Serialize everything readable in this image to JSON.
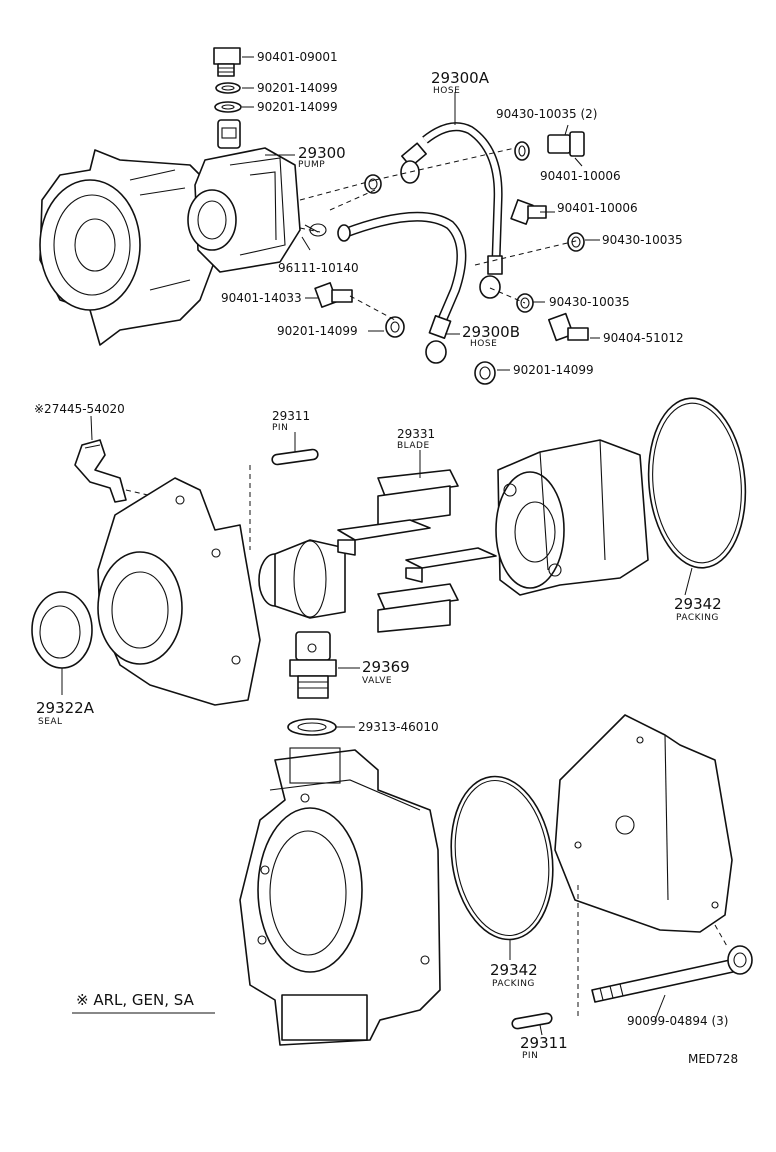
{
  "labels": {
    "p90401_09001": "90401-09001",
    "p90201_14099_a": "90201-14099",
    "p90201_14099_b": "90201-14099",
    "p29300": "29300",
    "pump": "PUMP",
    "p29300A": "29300A",
    "hose_a": "HOSE",
    "p90430_10035_2": "90430-10035 (2)",
    "p90401_10006_a": "90401-10006",
    "p90401_10006_b": "90401-10006",
    "p90430_10035_a": "90430-10035",
    "p96111_10140": "96111-10140",
    "p90401_14033": "90401-14033",
    "p90430_10035_b": "90430-10035",
    "p90201_14099_c": "90201-14099",
    "p29300B": "29300B",
    "hose_b": "HOSE",
    "p90404_51012": "90404-51012",
    "p90201_14099_d": "90201-14099",
    "p27445_54020": "※27445-54020",
    "p29311_a": "29311",
    "pin_a": "PIN",
    "p29331": "29331",
    "blade": "BLADE",
    "p29342_a": "29342",
    "packing_a": "PACKING",
    "p29369": "29369",
    "valve": "VALVE",
    "p29322A": "29322A",
    "seal": "SEAL",
    "p29313_46010": "29313-46010",
    "p29342_b": "29342",
    "packing_b": "PACKING",
    "footnote": "※  ARL, GEN, SA",
    "p90099_04894": "90099-04894  (3)",
    "p29311_b": "29311",
    "pin_b": "PIN",
    "code": "MED728"
  }
}
